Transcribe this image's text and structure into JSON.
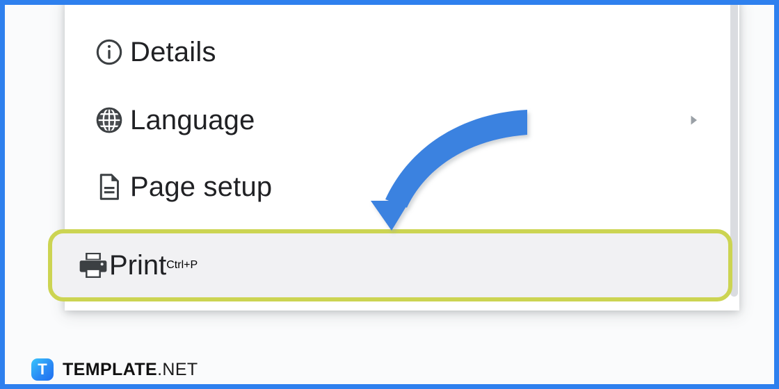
{
  "frame": {
    "border_color": "#2e80ee",
    "background_color": "#fafbfc"
  },
  "menu": {
    "background_color": "#ffffff",
    "scrollbar_color": "#dadce0",
    "items": [
      {
        "id": "details",
        "label": "Details",
        "icon": "info-circle-icon",
        "accelerator": "",
        "has_submenu": false,
        "selected": false
      },
      {
        "id": "language",
        "label": "Language",
        "icon": "globe-icon",
        "accelerator": "",
        "has_submenu": true,
        "submenu_icon": "caret-right-icon",
        "selected": false
      },
      {
        "id": "page-setup",
        "label": "Page setup",
        "icon": "document-icon",
        "accelerator": "",
        "has_submenu": false,
        "selected": false
      },
      {
        "id": "print",
        "label": "Print",
        "icon": "printer-icon",
        "accelerator": "Ctrl+P",
        "has_submenu": false,
        "selected": true
      }
    ]
  },
  "highlight": {
    "target": "print",
    "border_color": "#ccd452",
    "fill_color": "#f1f1f3"
  },
  "annotation": {
    "arrow": "curved-down-left-arrow",
    "color": "#3b82e0",
    "points_to": "print"
  },
  "footer": {
    "logo_letter": "T",
    "brand_strong": "TEMPLATE",
    "brand_light": ".NET",
    "badge_color": "#2b8cf5"
  }
}
